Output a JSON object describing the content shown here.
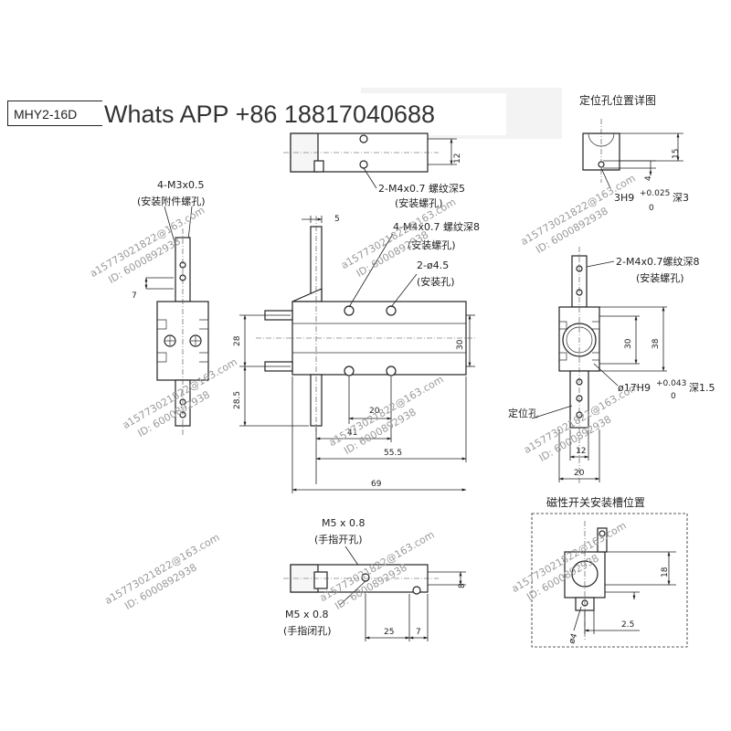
{
  "model": "MHY2-16D",
  "contact_banner": "Whats APP +86 18817040688",
  "watermark": {
    "email": "a15773021822@163.com",
    "id": "ID: 6000892938"
  },
  "top_view": {
    "label_mount_thread": "2-M4x0.7 螺纹深5",
    "label_mount_thread_note": "(安装螺孔)",
    "dim_height": "12"
  },
  "left_view": {
    "label_attach_thread": "4-M3x0.5",
    "label_attach_note": "(安装附件螺孔)",
    "dim_7": "7"
  },
  "front_view": {
    "label_thread": "4-M4x0.7 螺纹深8",
    "label_thread_note": "(安装螺孔)",
    "label_hole": "2-ø4.5",
    "label_hole_note": "(安装孔)",
    "dim_5": "5",
    "dim_28": "28",
    "dim_28_5": "28.5",
    "dim_30": "30",
    "dim_20": "20",
    "dim_41": "41",
    "dim_55_5": "55.5",
    "dim_69": "69"
  },
  "detail_positioning": {
    "title": "定位孔位置详图",
    "dim_15": "15",
    "dim_4": "4",
    "tolerance_label": "3H9",
    "tol_upper": "+0.025",
    "tol_lower": "0",
    "depth": "深3"
  },
  "side_view": {
    "label_thread": "2-M4x0.7螺纹深8",
    "label_thread_note": "(安装螺孔)",
    "dim_30": "30",
    "dim_38": "38",
    "bore_label": "ø17H9",
    "bore_tol_upper": "+0.043",
    "bore_tol_lower": "0",
    "bore_depth": "深1.5",
    "label_locating": "定位孔",
    "dim_12": "12",
    "dim_20": "20"
  },
  "bottom_view": {
    "label_open_port": "M5 x 0.8",
    "label_open_note": "(手指开孔)",
    "label_close_port": "M5 x 0.8",
    "label_close_note": "(手指闭孔)",
    "dim_8": "8",
    "dim_25": "25",
    "dim_7": "7"
  },
  "switch_groove": {
    "title": "磁性开关安装槽位置",
    "dim_18": "18",
    "dim_2_5": "2.5",
    "angle_label": "ø4"
  }
}
